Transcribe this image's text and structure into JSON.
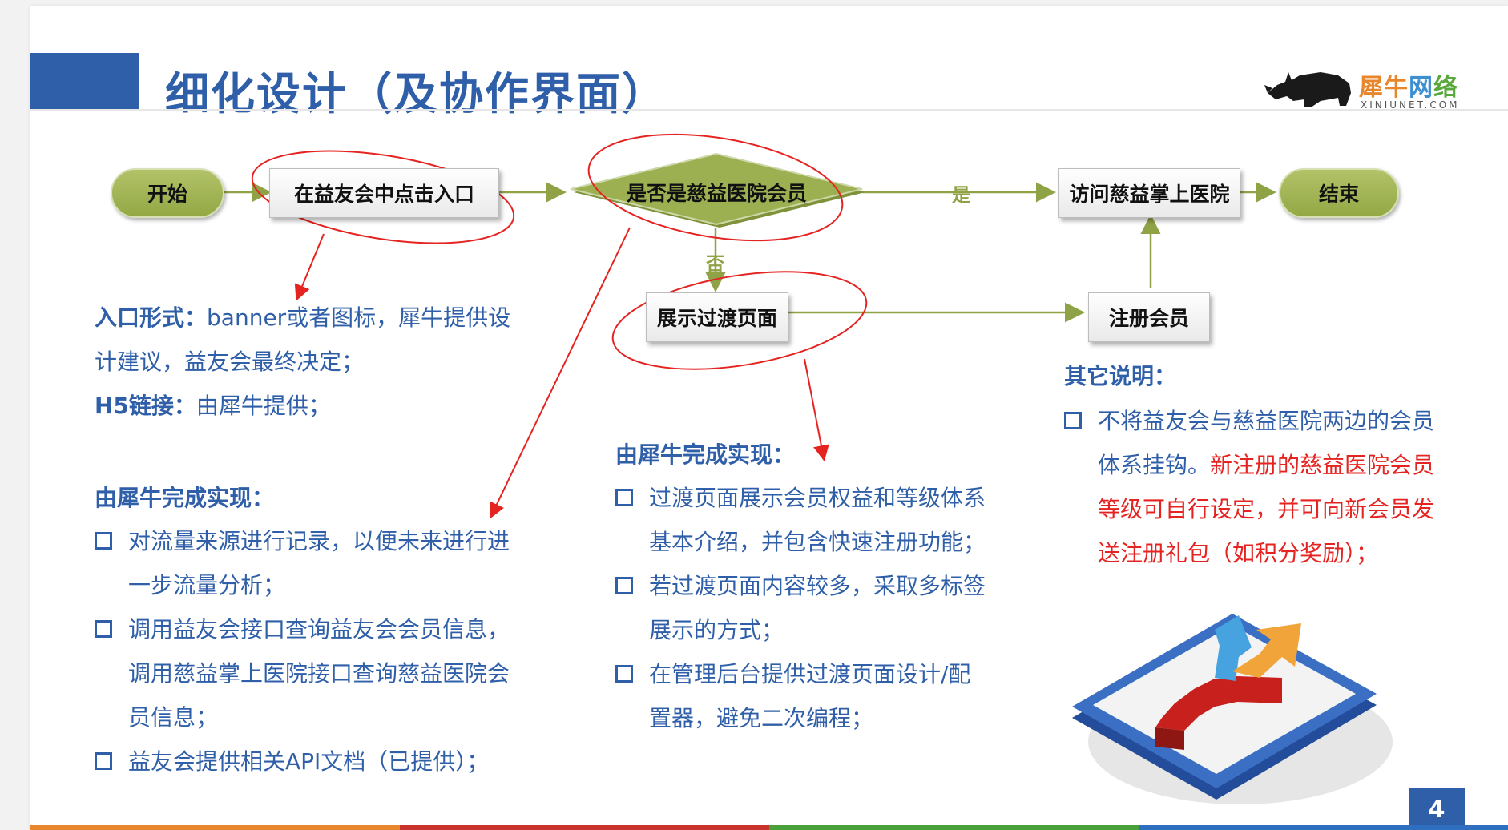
{
  "title": "细化设计（及协作界面）",
  "logo": {
    "chars": [
      "犀",
      "牛",
      "网",
      "络"
    ],
    "sub": "XINIUNET.COM"
  },
  "flow": {
    "start": "开始",
    "entry": "在益友会中点击入口",
    "decision": "是否是慈益医院会员",
    "yes": "是",
    "no": "否",
    "visit": "访问慈益掌上医院",
    "end": "结束",
    "transition": "展示过渡页面",
    "register": "注册会员"
  },
  "left": {
    "entry_key": "入口形式：",
    "entry_text_1": "banner或者图标，犀牛提供设",
    "entry_text_2": "计建议，益友会最终决定；",
    "h5_key": "H5链接：",
    "h5_text": "由犀牛提供；",
    "section_title": "由犀牛完成实现：",
    "items": [
      [
        "对流量来源进行记录，以便未来进行进",
        "一步流量分析；"
      ],
      [
        "调用益友会接口查询益友会会员信息，",
        "调用慈益掌上医院接口查询慈益医院会",
        "员信息；"
      ],
      [
        "益友会提供相关API文档（已提供）；"
      ]
    ]
  },
  "middle": {
    "section_title": "由犀牛完成实现：",
    "items": [
      [
        "过渡页面展示会员权益和等级体系",
        "基本介绍，并包含快速注册功能；"
      ],
      [
        "若过渡页面内容较多，采取多标签",
        "展示的方式；"
      ],
      [
        "在管理后台提供过渡页面设计/配",
        "置器，避免二次编程；"
      ]
    ]
  },
  "right": {
    "section_title": "其它说明：",
    "line1": "不将益友会与慈益医院两边的会员",
    "line2_blue": "体系挂钩。",
    "line2_red": "新注册的慈益医院会员",
    "line3_red": "等级可自行设定，并可向新会员发",
    "line4_red": "送注册礼包（如积分奖励）；"
  },
  "page_number": "4",
  "colors": {
    "accent": "#2f5fa8",
    "flow_green": "#94a845",
    "highlight_red": "#e52421",
    "bottom_bar": [
      "#e8862c",
      "#c8332b",
      "#4aa03a",
      "#2f6fc0"
    ]
  }
}
